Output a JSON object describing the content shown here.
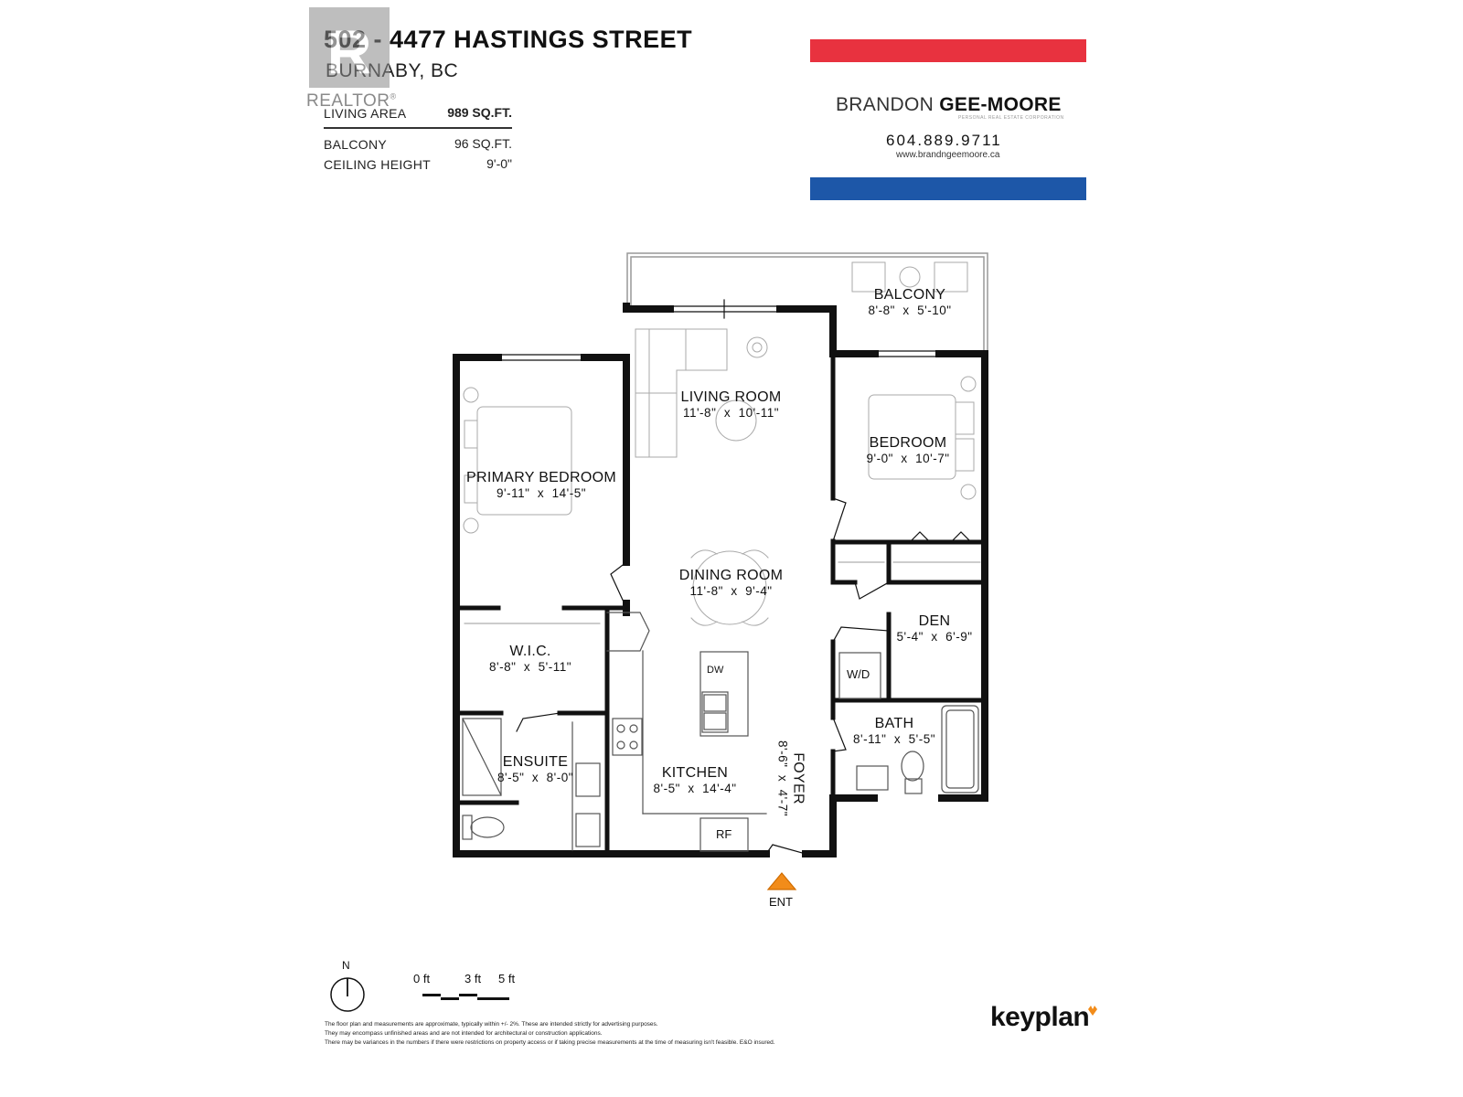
{
  "header": {
    "title": "502 - 4477 HASTINGS STREET",
    "subtitle": "BURNABY, BC"
  },
  "watermark": {
    "logo_letter": "R",
    "logo_text": "REALTOR",
    "registered_mark": "®"
  },
  "specs": {
    "living_area_label": "LIVING AREA",
    "living_area_value": "989 SQ.FT.",
    "balcony_label": "BALCONY",
    "balcony_value": "96 SQ.FT.",
    "ceiling_label": "CEILING HEIGHT",
    "ceiling_value": "9'-0\""
  },
  "agent": {
    "name_light": "BRANDON",
    "name_bold": "GEE-MOORE",
    "tagline": "PERSONAL REAL ESTATE CORPORATION",
    "phone": "604.889.9711",
    "website": "www.brandngeemoore.ca",
    "colors": {
      "red": "#e8323f",
      "blue": "#1d57a8"
    }
  },
  "rooms": [
    {
      "id": "balcony",
      "label": "BALCONY",
      "dims": "8'-8\"  x  5'-10\""
    },
    {
      "id": "living-room",
      "label": "LIVING ROOM",
      "dims": "11'-8\"  x  10'-11\""
    },
    {
      "id": "bedroom",
      "label": "BEDROOM",
      "dims": "9'-0\"  x  10'-7\""
    },
    {
      "id": "primary-bedroom",
      "label": "PRIMARY BEDROOM",
      "dims": "9'-11\"  x  14'-5\""
    },
    {
      "id": "dining-room",
      "label": "DINING ROOM",
      "dims": "11'-8\"  x  9'-4\""
    },
    {
      "id": "den",
      "label": "DEN",
      "dims": "5'-4\"  x  6'-9\""
    },
    {
      "id": "wic",
      "label": "W.I.C.",
      "dims": "8'-8\"  x  5'-11\""
    },
    {
      "id": "bath",
      "label": "BATH",
      "dims": "8'-11\"  x  5'-5\""
    },
    {
      "id": "ensuite",
      "label": "ENSUITE",
      "dims": "8'-5\"  x  8'-0\""
    },
    {
      "id": "kitchen",
      "label": "KITCHEN",
      "dims": "8'-5\"  x  14'-4\""
    },
    {
      "id": "foyer",
      "label": "FOYER",
      "dims": "8'-6\"  x  4'-7\""
    }
  ],
  "fixtures": {
    "dw": "DW",
    "wd": "W/D",
    "rf": "RF",
    "entrance": "ENT"
  },
  "legend": {
    "north": "N",
    "scale_0": "0 ft",
    "scale_3": "3 ft",
    "scale_5": "5 ft"
  },
  "disclaimer": {
    "line1": "The floor plan and measurements are approximate, typically within +/- 2%. These are intended strictly for advertising purposes.",
    "line2": "They may encompass unfinished areas and are not intended for architectural or construction applications.",
    "line3": "There may be variances in the numbers if there were restrictions on property access or if taking precise measurements at the time of measuring isn't feasible. E&O insured."
  },
  "brand": {
    "name": "keyplan",
    "accent": "#f28c1a"
  }
}
